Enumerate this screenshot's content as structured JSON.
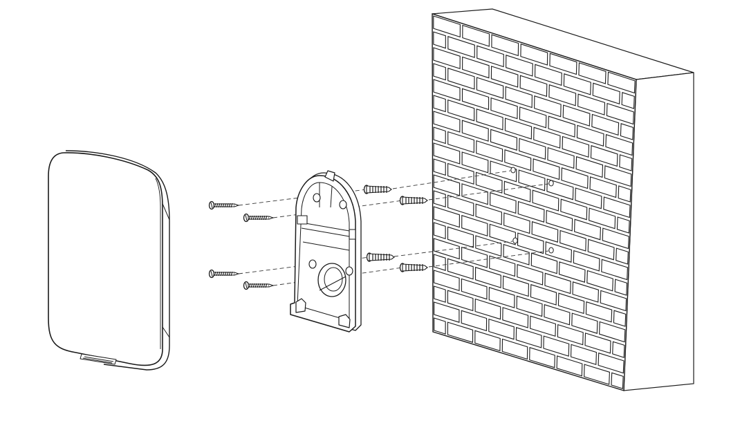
{
  "diagram": {
    "kind": "exploded wall-mount installation illustration",
    "parts": [
      {
        "id": "device-body",
        "icon": "device-housing-icon"
      },
      {
        "id": "mounting-plate",
        "icon": "mounting-bracket-icon"
      },
      {
        "id": "screws",
        "icon": "screw-icon",
        "count": 4
      },
      {
        "id": "wall-plugs",
        "icon": "wall-anchor-icon",
        "count": 4
      },
      {
        "id": "brick-wall",
        "icon": "brick-wall-icon"
      },
      {
        "id": "drill-holes",
        "icon": "drill-hole-icon",
        "count": 4
      }
    ],
    "colors": {
      "line": "#1a1a1a",
      "paper": "#ffffff",
      "guide": "#333333"
    }
  }
}
